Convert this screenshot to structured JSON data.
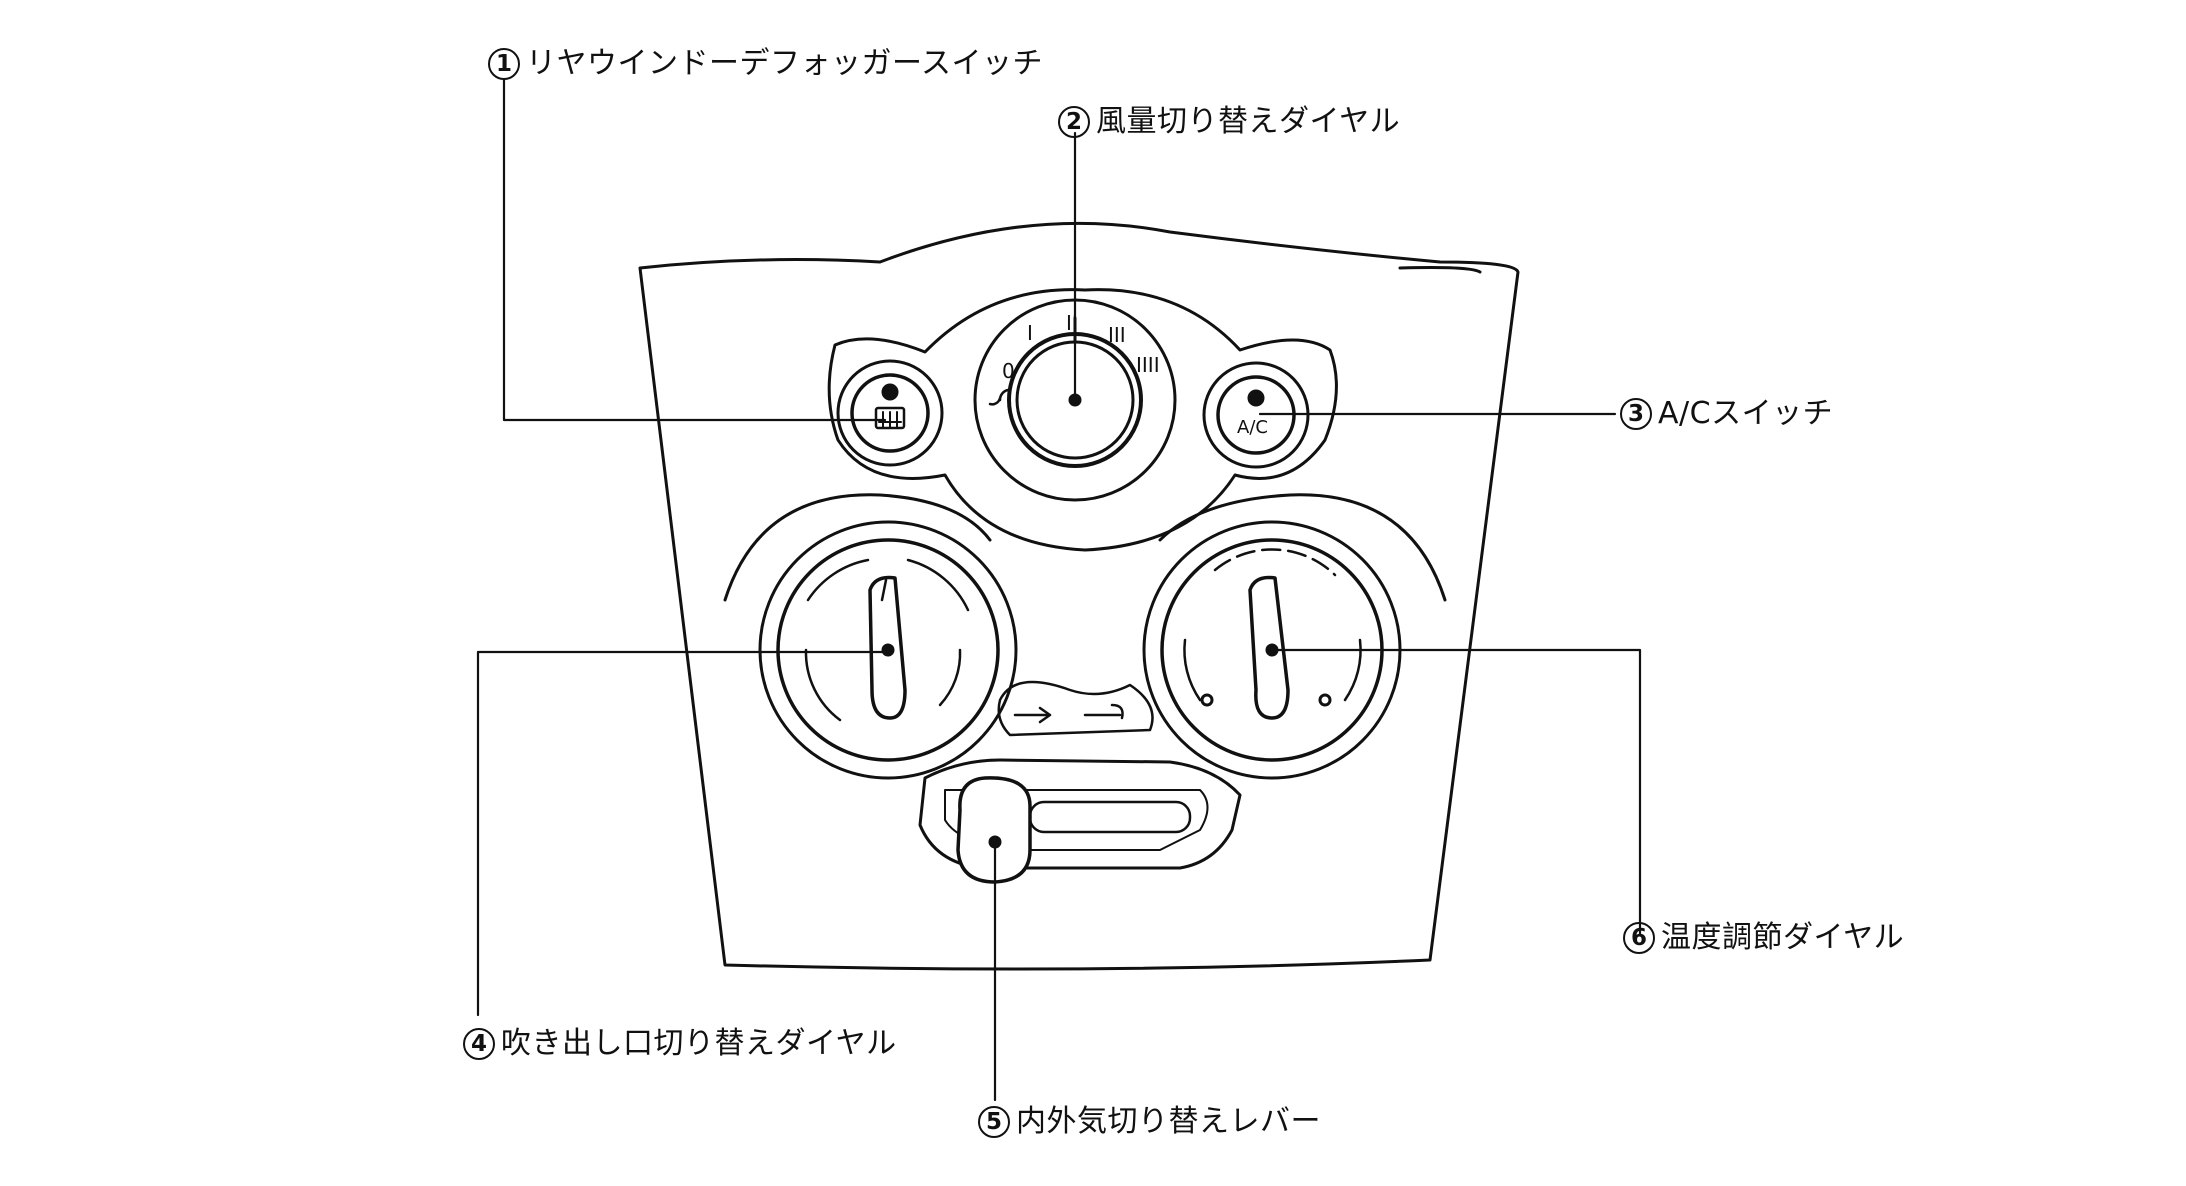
{
  "callouts": [
    {
      "num": "1",
      "label": "リヤウインドーデフォッガースイッチ"
    },
    {
      "num": "2",
      "label": "風量切り替えダイヤル"
    },
    {
      "num": "3",
      "label": "A/Cスイッチ"
    },
    {
      "num": "4",
      "label": "吹き出し口切り替えダイヤル"
    },
    {
      "num": "5",
      "label": "内外気切り替えレバー"
    },
    {
      "num": "6",
      "label": "温度調節ダイヤル"
    }
  ],
  "fan_dial": {
    "labels": [
      "0",
      "I",
      "II",
      "III",
      "IIII"
    ]
  },
  "ac_button": {
    "label": "A/C"
  }
}
